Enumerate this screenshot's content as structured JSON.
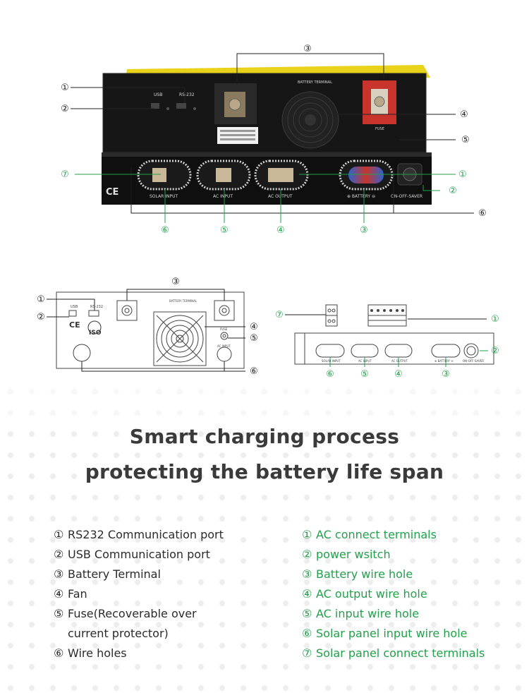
{
  "photo": {
    "callouts_black": [
      "③",
      "①",
      "②",
      "④",
      "⑤",
      "⑥"
    ],
    "callouts_green_top": [
      "⑦",
      "①",
      "②"
    ],
    "callouts_green_bottom": [
      "⑥",
      "⑤",
      "④",
      "③"
    ],
    "panel_labels": {
      "usb": "USB",
      "rs232": "RS-232",
      "battery_terminal": "BATTERY TERMINAL",
      "fuse": "FUSE",
      "solar_input": "SOLAR INPUT",
      "ac_input": "AC INPUT",
      "ac_output": "AC OUTPUT",
      "battery": "⊕ BATTERY ⊖",
      "on_off_saver": "ON-OFF-SAVER",
      "ce_mark": "CE"
    }
  },
  "drawing_left": {
    "callouts": [
      "③",
      "①",
      "②",
      "④",
      "⑤",
      "⑥"
    ],
    "labels": {
      "usb": "USB",
      "rs232": "RS-232",
      "battery_terminal": "BATTERY TERMINAL",
      "fuse": "FUSE",
      "ac_input": "AC INPUT",
      "iso": "ISO",
      "ce": "CE"
    }
  },
  "drawing_right": {
    "callouts_black": [
      "⑦",
      "①"
    ],
    "callouts_green": [
      "②",
      "⑥",
      "⑤",
      "④",
      "③"
    ],
    "labels": {
      "solar_input": "SOLAR INPUT",
      "ac_input": "AC INPUT",
      "ac_output": "AC OUTPUT",
      "battery": "⊕ BATTERY ⊖",
      "on_off_saver": "ON-OFF-SAVER"
    }
  },
  "headline": {
    "line1": "Smart charging process",
    "line2": "protecting the battery life span"
  },
  "legend_left": [
    {
      "num": "①",
      "text": "RS232 Communication port"
    },
    {
      "num": "②",
      "text": "USB Communication port"
    },
    {
      "num": "③",
      "text": "Battery Terminal"
    },
    {
      "num": "④",
      "text": "Fan"
    },
    {
      "num": "⑤",
      "text": "Fuse(Recoverable over",
      "text2": "current protector)"
    },
    {
      "num": "⑥",
      "text": "Wire holes"
    }
  ],
  "legend_right": [
    {
      "num": "①",
      "text": "AC connect terminals"
    },
    {
      "num": "②",
      "text": "power wsitch"
    },
    {
      "num": "③",
      "text": "Battery wire hole"
    },
    {
      "num": "④",
      "text": "AC output wire hole"
    },
    {
      "num": "⑤",
      "text": "AC input wire hole"
    },
    {
      "num": "⑥",
      "text": "Solar panel input wire hole"
    },
    {
      "num": "⑦",
      "text": "Solar panel connect terminals"
    }
  ],
  "colors": {
    "callout_green": "#22a04a",
    "callout_black": "#222222",
    "housing": "#151515",
    "trim_yellow": "#e8d21a",
    "battery_red": "#c8342c",
    "battery_blue": "#2d62d0"
  }
}
